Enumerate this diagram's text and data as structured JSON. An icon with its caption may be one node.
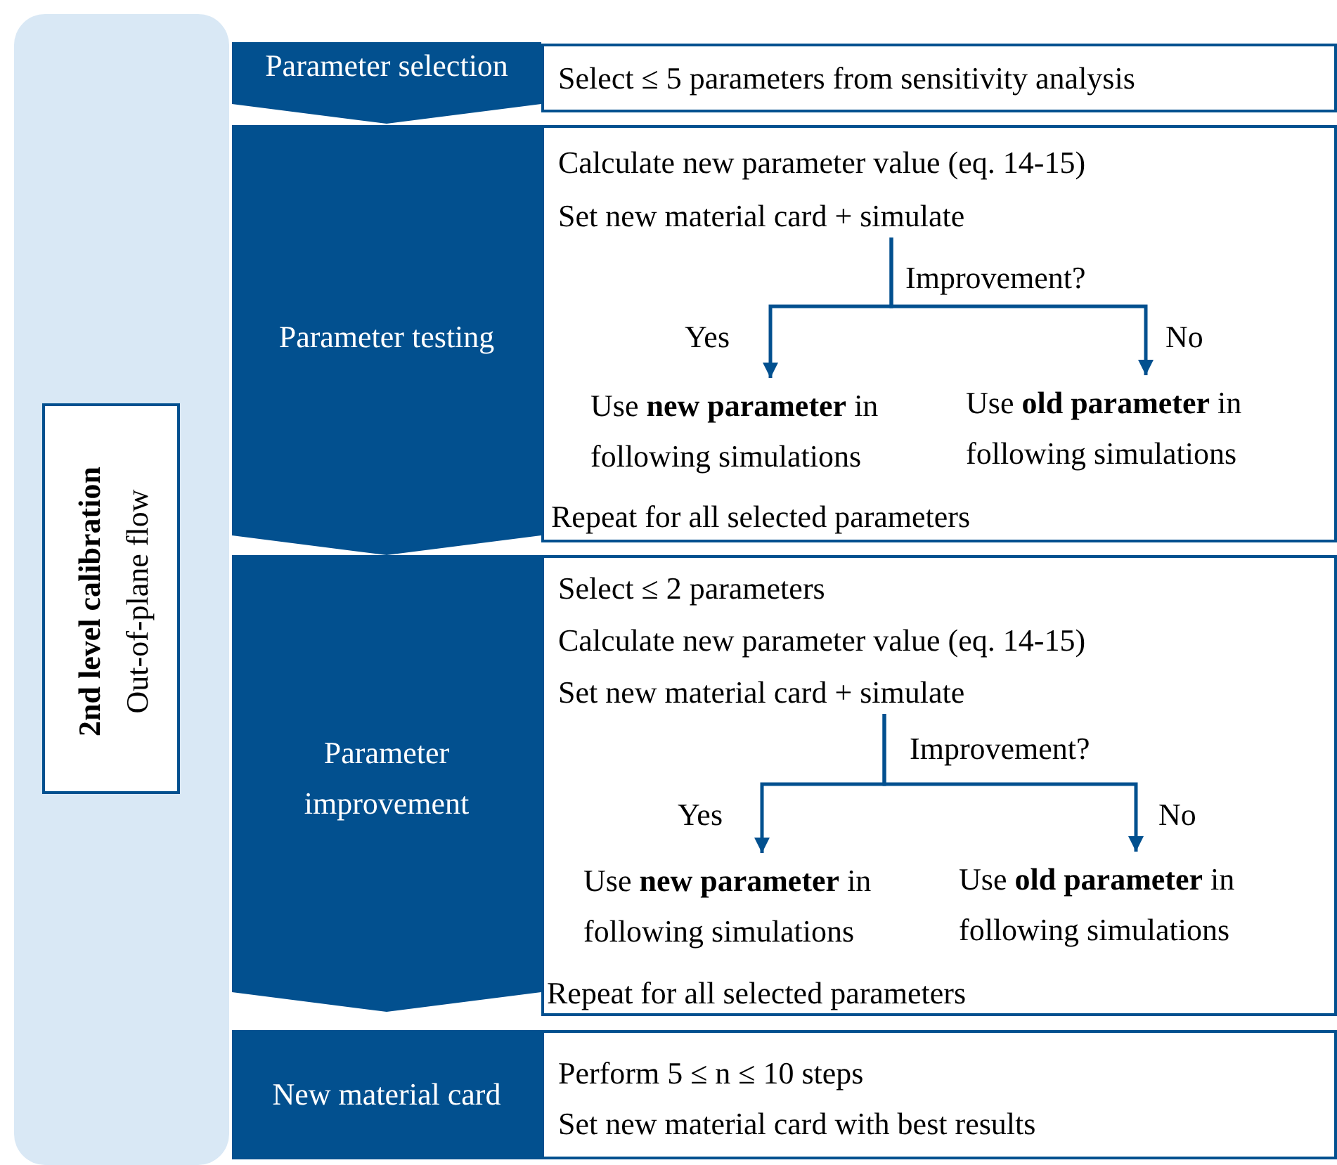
{
  "diagram": {
    "nodes": [
      {
        "text": [],
        "shape": "box"
      },
      {
        "text": [
          "2nd level calibration",
          "Out-of-plane flow"
        ],
        "in": 0
      },
      {
        "text": [
          "Parameter selection"
        ]
      },
      {
        "text": [
          "Select ≤ 5 parameters from sensitivity analysis"
        ]
      },
      {
        "text": [
          "Parameter testing"
        ]
      },
      {
        "text": [
          "Calculate new parameter value (eq. 14-15)",
          "Repeat for all selected parameters"
        ]
      },
      {
        "text": [
          "Set new material card + simulate"
        ],
        "in": 5
      },
      {
        "text": [
          "Use **new parameter** in following simulations"
        ],
        "in": 5
      },
      {
        "text": [
          "Use **old parameter** in following simulations"
        ],
        "in": 5
      },
      {
        "text": [
          "Parameter improvement"
        ]
      },
      {
        "text": [
          "Select ≤ 2 parameters",
          "Calculate new parameter value (eq. 14-15)",
          "Repeat for all selected parameters"
        ]
      },
      {
        "text": [
          "Set new material card + simulate"
        ],
        "in": 10
      },
      {
        "text": [
          "Use **new parameter** in following simulations"
        ],
        "in": 10
      },
      {
        "text": [
          "Use **old parameter** in following simulations"
        ],
        "in": 10
      },
      {
        "text": [
          "New material card"
        ]
      },
      {
        "text": [
          "Perform 5 ≤ n ≤ 10 steps",
          "Set new material card with best results"
        ]
      }
    ],
    "edges": [
      {
        "from": 6,
        "to": 7,
        "arrow": "to",
        "label": "Yes"
      },
      {
        "from": 6,
        "to": 8,
        "arrow": "to",
        "label": "No"
      },
      {
        "from": 11,
        "to": 12,
        "arrow": "to",
        "label": "Yes"
      },
      {
        "from": 11,
        "to": 13,
        "arrow": "to",
        "label": "No"
      }
    ],
    "labels": [
      "Improvement?",
      "Improvement?"
    ]
  }
}
